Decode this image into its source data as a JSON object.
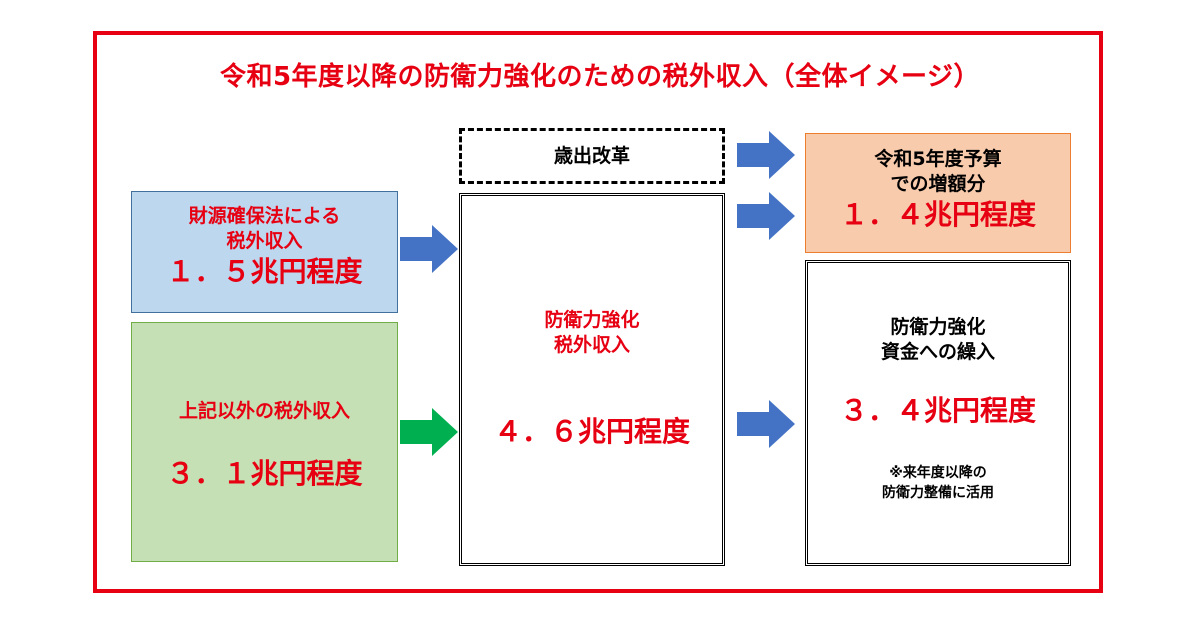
{
  "title": "令和5年度以降の防衛力強化のための税外収入（全体イメージ）",
  "boxes": {
    "zaigen": {
      "line1": "財源確保法による",
      "line2": "税外収入",
      "amount": "１．５兆円程度"
    },
    "ijou": {
      "label": "上記以外の税外収入",
      "amount": "３．１兆円程度"
    },
    "saishutsu": {
      "label": "歳出改革"
    },
    "kyouka": {
      "line1": "防衛力強化",
      "line2": "税外収入",
      "amount": "４．６兆円程度"
    },
    "r5": {
      "line1": "令和5年度予算",
      "line2": "での増額分",
      "amount": "１．４兆円程度"
    },
    "shikin": {
      "line1": "防衛力強化",
      "line2": "資金への繰入",
      "amount": "３．４兆円程度",
      "note1": "※来年度以降の",
      "note2": "防衛力整備に活用"
    }
  },
  "colors": {
    "frame": "#e60012",
    "blue_box": "#bdd7ee",
    "green_box": "#c5e0b4",
    "orange_box": "#f8cbad",
    "blue_arrow": "#4472c4",
    "green_arrow": "#00b050"
  }
}
